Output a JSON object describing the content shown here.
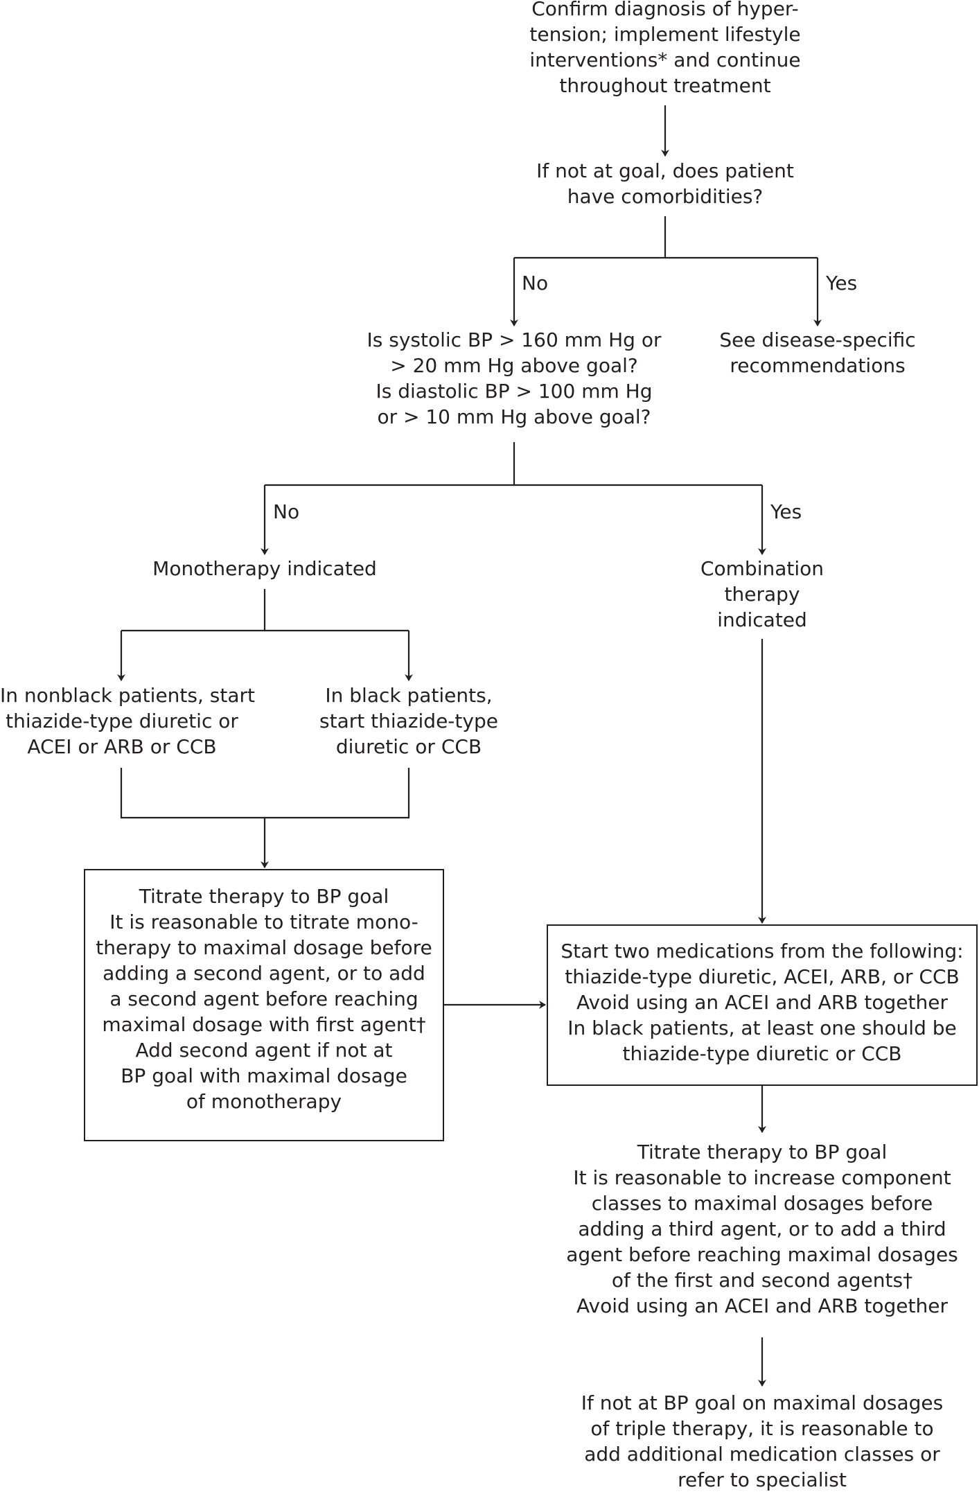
{
  "nodes": {
    "confirm": {
      "lines": [
        "Confirm diagnosis of hyper-",
        "tension; implement lifestyle",
        "interventions* and continue",
        "throughout treatment"
      ]
    },
    "comorbid": {
      "lines": [
        "If not at goal, does patient",
        "have comorbidities?"
      ]
    },
    "bp_question": {
      "lines": [
        "Is systolic BP > 160 mm Hg or",
        "> 20 mm Hg above goal?",
        "Is diastolic BP > 100 mm Hg",
        "or > 10 mm Hg above goal?"
      ]
    },
    "disease_specific": {
      "lines": [
        "See disease-specific",
        "recommendations"
      ]
    },
    "monotherapy": {
      "lines": [
        "Monotherapy indicated"
      ]
    },
    "combination": {
      "lines": [
        "Combination",
        "therapy",
        "indicated"
      ]
    },
    "nonblack": {
      "lines": [
        "In nonblack patients, start",
        "thiazide-type diuretic or",
        "ACEI or ARB or CCB"
      ]
    },
    "black": {
      "lines": [
        "In black patients,",
        "start thiazide-type",
        "diuretic or CCB"
      ]
    },
    "titrate_mono": {
      "lines": [
        "Titrate therapy to BP goal",
        "It is reasonable to titrate mono-",
        "therapy to maximal dosage before",
        "adding a second agent, or to add",
        "a second agent before reaching",
        "maximal dosage with first agent†",
        "Add second agent if not at",
        "BP goal with maximal dosage",
        "of monotherapy"
      ]
    },
    "start_two": {
      "lines": [
        "Start two medications from the following:",
        "thiazide-type diuretic, ACEI, ARB, or CCB",
        "Avoid using an ACEI and ARB together",
        "In black patients, at least one should be",
        "thiazide-type diuretic or CCB"
      ]
    },
    "titrate_combo": {
      "lines": [
        "Titrate therapy to BP goal",
        "It is reasonable to increase component",
        "classes to maximal dosages before",
        "adding a third agent, or to add a third",
        "agent before reaching maximal dosages",
        "of the first and second agents†",
        "Avoid using an ACEI and ARB together"
      ]
    },
    "triple": {
      "lines": [
        "If not at BP goal on maximal dosages",
        "of triple therapy, it is reasonable to",
        "add additional medication classes or",
        "refer to specialist"
      ]
    }
  },
  "branches": {
    "comorbid_no": "No",
    "comorbid_yes": "Yes",
    "bp_no": "No",
    "bp_yes": "Yes"
  }
}
